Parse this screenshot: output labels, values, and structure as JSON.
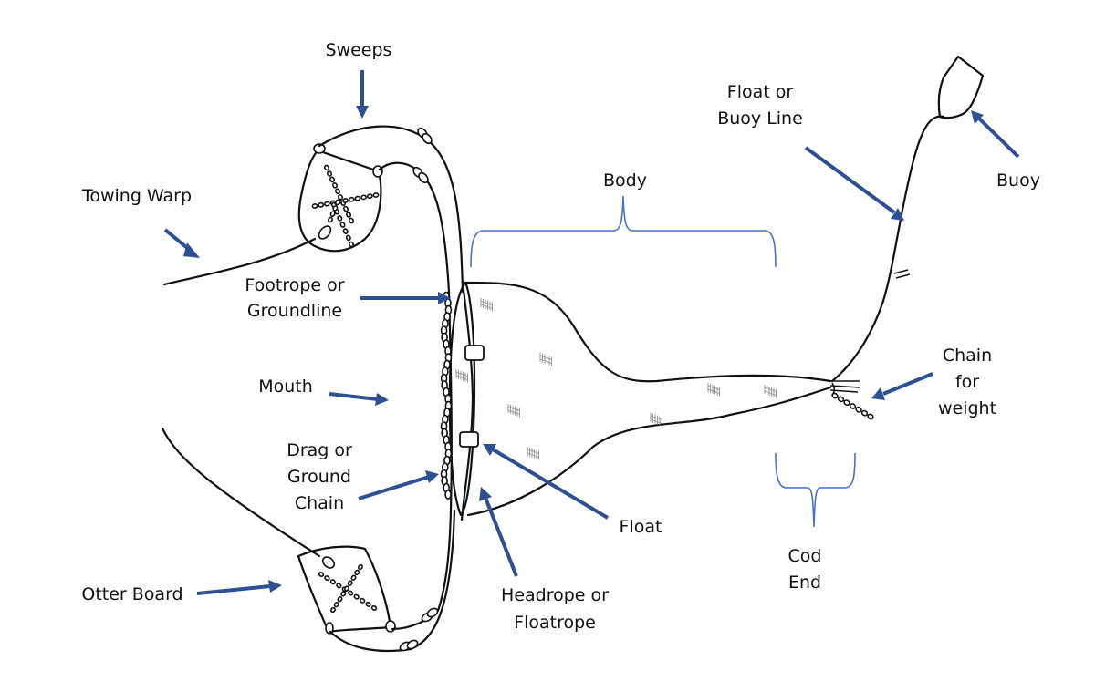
{
  "title": "Otter trawl net diagram",
  "colors": {
    "arrow": "#2f4f93",
    "brace": "#4a72c4",
    "ink": "#111111",
    "mesh": "#9a9a9a",
    "background": "#ffffff"
  },
  "labels": {
    "sweeps": [
      "Sweeps"
    ],
    "towing_warp": [
      "Towing Warp"
    ],
    "footrope": [
      "Footrope or",
      "Groundline"
    ],
    "mouth": [
      "Mouth"
    ],
    "drag_chain": [
      "Drag or",
      "Ground",
      "Chain"
    ],
    "otter_board": [
      "Otter Board"
    ],
    "headrope": [
      "Headrope or",
      "Floatrope"
    ],
    "float": [
      "Float"
    ],
    "body": [
      "Body"
    ],
    "cod_end": [
      "Cod",
      "End"
    ],
    "float_line": [
      "Float or",
      "Buoy Line"
    ],
    "buoy": [
      "Buoy"
    ],
    "chain_weight": [
      "Chain",
      "for",
      "weight"
    ]
  },
  "icons": {
    "arrow": "arrow-icon",
    "brace": "curly-brace",
    "float": "float-box-icon",
    "buoy": "buoy-icon",
    "mesh": "net-mesh-icon"
  }
}
